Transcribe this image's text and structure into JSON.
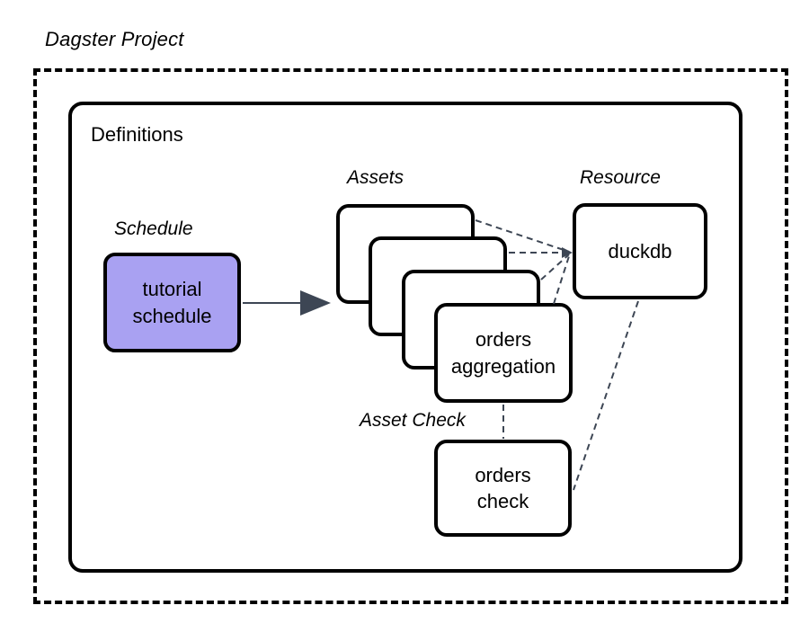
{
  "diagram": {
    "title": "Dagster Project",
    "container": {
      "label": "Definitions"
    },
    "groups": {
      "schedule": "Schedule",
      "assets": "Assets",
      "resource": "Resource",
      "asset_check_line1": "Asset",
      "asset_check_line2": "Check"
    },
    "nodes": {
      "schedule": {
        "line1": "tutorial",
        "line2": "schedule",
        "fill": "#a9a1f2",
        "stroke": "#000000"
      },
      "orders_aggregation": {
        "line1": "orders",
        "line2": "aggregation",
        "fill": "#ffffff",
        "stroke": "#000000"
      },
      "duckdb": {
        "line1": "duckdb",
        "fill": "#ffffff",
        "stroke": "#000000"
      },
      "orders_check": {
        "line1": "orders",
        "line2": "check",
        "fill": "#ffffff",
        "stroke": "#000000"
      },
      "asset_stack_count": 4
    },
    "colors": {
      "background": "#ffffff",
      "outline": "#000000",
      "schedule_fill": "#a9a1f2",
      "arrow": "#3d4654",
      "dashed_connector": "#3d4654"
    },
    "edges": [
      {
        "from": "tutorial schedule",
        "to": "assets",
        "style": "solid-arrow"
      },
      {
        "from": "asset 1",
        "to": "duckdb",
        "style": "dashed"
      },
      {
        "from": "asset 2",
        "to": "duckdb",
        "style": "dashed"
      },
      {
        "from": "asset 3",
        "to": "duckdb",
        "style": "dashed"
      },
      {
        "from": "orders aggregation",
        "to": "duckdb",
        "style": "dashed"
      },
      {
        "from": "orders aggregation",
        "to": "orders check",
        "style": "dashed"
      },
      {
        "from": "duckdb",
        "to": "orders check",
        "style": "dashed"
      }
    ]
  }
}
